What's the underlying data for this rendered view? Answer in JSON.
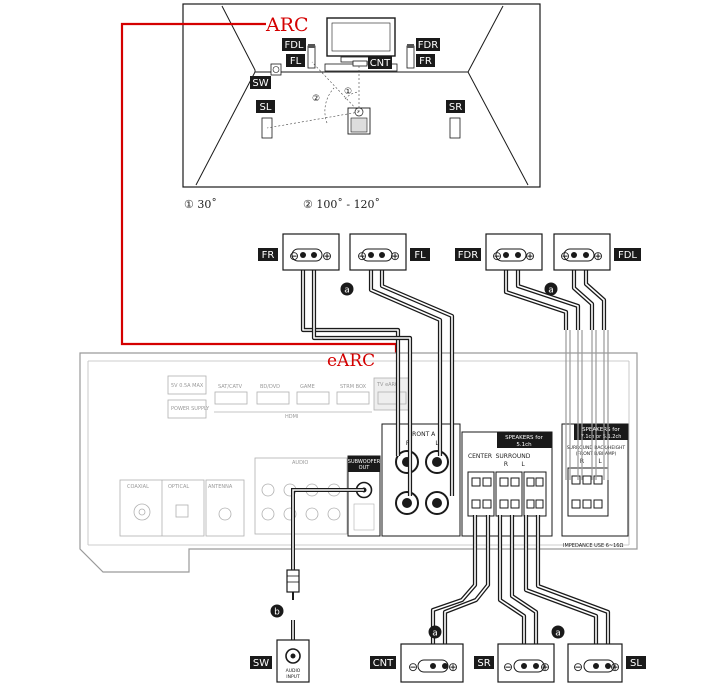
{
  "room": {
    "arc_label": "ARC",
    "speakers": {
      "fdl": "FDL",
      "fl": "FL",
      "fdr": "FDR",
      "fr": "FR",
      "cnt": "CNT",
      "sw": "SW",
      "sl": "SL",
      "sr": "SR"
    },
    "angle_markers": {
      "a1": "①",
      "a2": "②"
    },
    "legend": {
      "item1": "① 30˚",
      "item2": "② 100˚ - 120˚"
    }
  },
  "terminals": {
    "fr": "FR",
    "fl": "FL",
    "fdr": "FDR",
    "fdl": "FDL",
    "cnt": "CNT",
    "sr": "SR",
    "sl": "SL",
    "sw": "SW",
    "sw_jack_line1": "AUDIO",
    "sw_jack_line2": "INPUT"
  },
  "cable_markers": {
    "a": "a",
    "b": "b"
  },
  "receiver": {
    "earc_label": "eARC",
    "hdmi": {
      "tv_out": "TV  eARC",
      "labels": [
        "SAT/CATV",
        "BD/DVD",
        "GAME",
        "STRM BOX"
      ],
      "usb": "5V 0.5A MAX",
      "power": "POWER SUPPLY",
      "hdmi_label": "HDMI"
    },
    "inputs": {
      "coaxial": "COAXIAL",
      "optical": "OPTICAL",
      "antenna": "ANTENNA"
    },
    "audio_label": "AUDIO",
    "subwoofer_out": {
      "line1": "SUBWOOFER",
      "line2": "OUT"
    },
    "front": {
      "label": "FRONT A",
      "r": "R",
      "l": "L"
    },
    "speakers_51": {
      "line1": "SPEAKERS for",
      "line2": "5.1ch",
      "center": "CENTER",
      "surround": "SURROUND",
      "r": "R",
      "l": "L"
    },
    "speakers_71": {
      "line1": "SPEAKERS for",
      "line2": "7.1ch or 5.1.2ch",
      "sub1": "SURROUND BACK/HEIGHT",
      "sub2": "(FRONT B/BI-AMP)",
      "r": "R",
      "l": "L"
    },
    "impedance": "IMPEDANCE USE 6~16Ω"
  },
  "colors": {
    "arc_line": "#d40000",
    "outline": "#1a1a1a",
    "faded": "#9a9a9a",
    "tag_bg": "#1a1a1a",
    "tag_text": "#ffffff"
  }
}
